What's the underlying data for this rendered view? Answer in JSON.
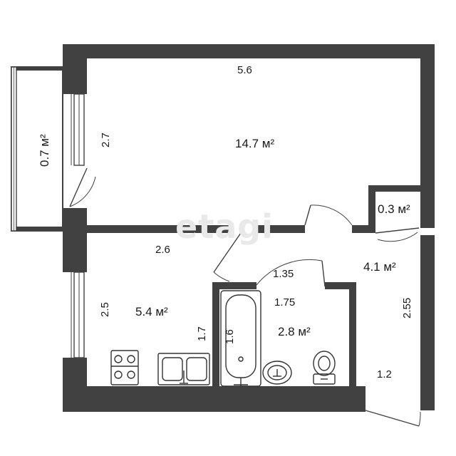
{
  "watermark": "etagi",
  "colors": {
    "wall": "#414141",
    "background": "#ffffff",
    "text": "#1a1a1a"
  },
  "rooms": {
    "main_room": {
      "area": "14.7 м²"
    },
    "kitchen": {
      "area": "5.4 м²"
    },
    "bathroom": {
      "area": "2.8 м²"
    },
    "hallway": {
      "area": "4.1 м²"
    },
    "closet": {
      "area": "0.3 м²"
    },
    "balcony": {
      "area": "0.7 м²"
    }
  },
  "dimensions": {
    "main_top": "5.6",
    "main_left": "2.7",
    "kitchen_top": "2.6",
    "kitchen_left": "2.5",
    "kitchen_inner": "1.7",
    "bath_top": "1.35",
    "bath_inner_top": "1.75",
    "bath_left": "1.6",
    "hall_right": "2.55",
    "hall_bottom": "1.2"
  }
}
